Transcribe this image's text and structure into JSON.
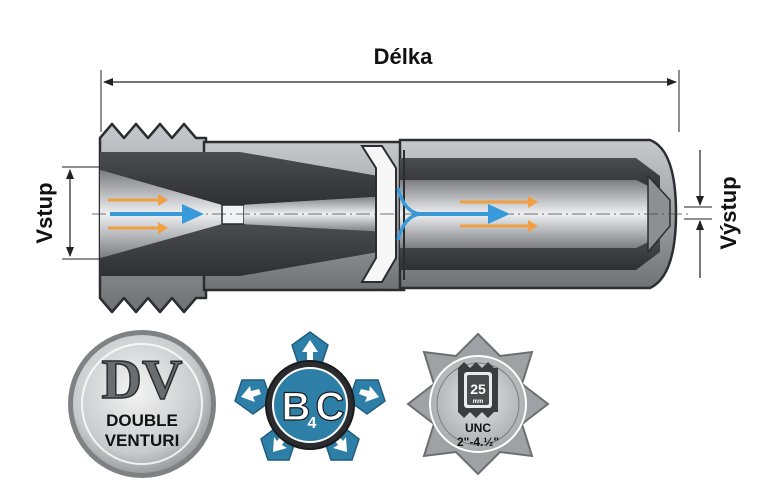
{
  "labels": {
    "length": "Délka",
    "inlet": "Vstup",
    "outlet": "Výstup"
  },
  "badges": [
    {
      "name": "dv-badge",
      "big_text": "DV",
      "line1": "DOUBLE",
      "line2": "VENTURI"
    },
    {
      "name": "b4c-badge",
      "text_b": "B",
      "text_sub": "4",
      "text_c": "C"
    },
    {
      "name": "unc-badge",
      "size_value": "25",
      "size_unit": "mm",
      "thread": "UNC",
      "range": "2\"-4.½\""
    }
  ],
  "colors": {
    "body_gray": "#a9abaf",
    "body_dark": "#55575b",
    "bore_light": "#e6e7e9",
    "flow_blue": "#3a9ad9",
    "flow_orange": "#f0a040",
    "badge_blue": "#2e7fa8",
    "badge_gray": "#bdbfc2"
  },
  "icons": [
    "flow-arrow-icon",
    "up-arrow-icon",
    "thread-icon"
  ]
}
